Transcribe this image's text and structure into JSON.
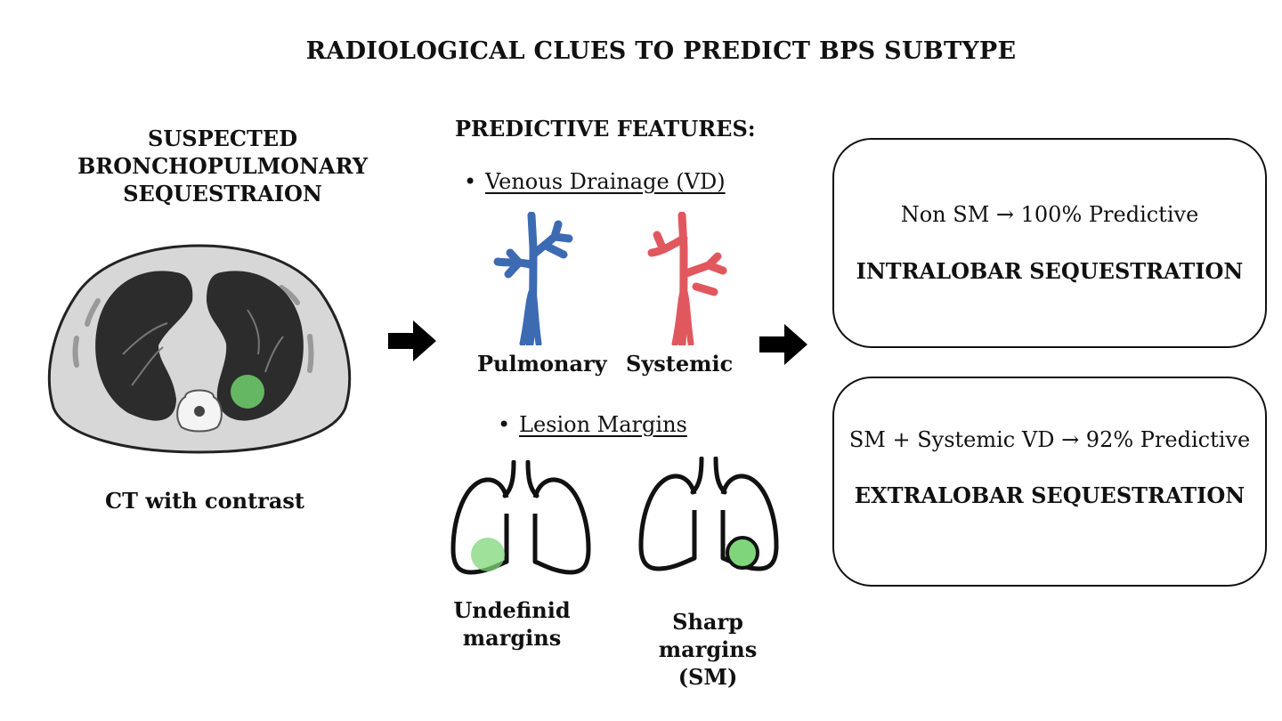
{
  "title": "RADIOLOGICAL CLUES TO PREDICT BPS SUBTYPE",
  "left_panel": {
    "heading_lines": [
      "SUSPECTED",
      "BRONCHOPULMONARY",
      "SEQUESTRAION"
    ],
    "caption": "CT with contrast"
  },
  "middle_panel": {
    "heading": "PREDICTIVE FEATURES:",
    "bullet_char": "•",
    "venous_drainage": {
      "label": "Venous Drainage (VD)",
      "pulmonary_label": "Pulmonary",
      "systemic_label": "Systemic"
    },
    "lesion_margins": {
      "label": "Lesion Margins",
      "undefined_lines": [
        "Undefinid",
        "margins"
      ],
      "sharp_lines": [
        "Sharp margins",
        "(SM)"
      ]
    }
  },
  "right_panel": {
    "box1": {
      "prediction": "Non SM → 100% Predictive",
      "subtype": "INTRALOBAR SEQUESTRATION"
    },
    "box2": {
      "prediction": "SM + Systemic VD → 92% Predictive",
      "subtype": "EXTRALOBAR SEQUESTRATION"
    }
  },
  "colors": {
    "pulmonary_vessel": "#3d6bb3",
    "systemic_vessel": "#e0585e",
    "lesion_green": "#7fd67a",
    "ct_body": "#d7d7d7",
    "lung_dark": "#2c2c2c"
  }
}
